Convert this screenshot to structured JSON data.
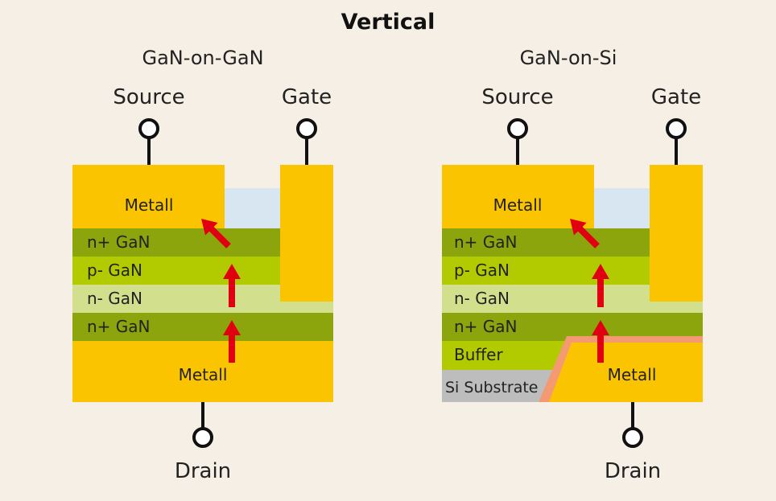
{
  "title": "Vertical",
  "colors": {
    "background": "#f6efe5",
    "metal": "#fbc400",
    "n_plus_gan": "#8ca50d",
    "p_gan": "#b2cb00",
    "n_minus_gan": "#d2df8d",
    "buffer": "#b2cb00",
    "si_substrate": "#bdbdbd",
    "dielectric": "#d8e6f1",
    "interface_line": "#f39a73",
    "arrow": "#e10012",
    "terminal": "#111111"
  },
  "left": {
    "heading": "GaN-on-GaN",
    "source_label": "Source",
    "gate_label": "Gate",
    "drain_label": "Drain",
    "top_metal_label": "Metall",
    "bottom_metal_label": "Metall",
    "layers": [
      "n+ GaN",
      "p- GaN",
      "n- GaN",
      "n+ GaN"
    ]
  },
  "right": {
    "heading": "GaN-on-Si",
    "source_label": "Source",
    "gate_label": "Gate",
    "drain_label": "Drain",
    "top_metal_label": "Metall",
    "bottom_metal_label": "Metall",
    "layers": [
      "n+ GaN",
      "p- GaN",
      "n- GaN",
      "n+ GaN",
      "Buffer"
    ],
    "substrate_label": "Si Substrate"
  }
}
